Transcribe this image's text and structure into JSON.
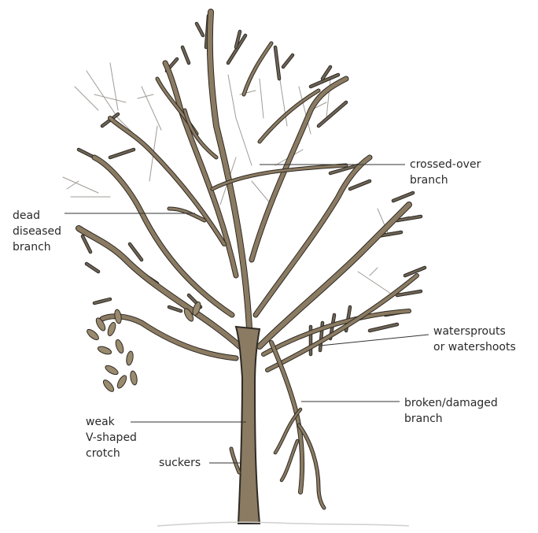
{
  "diagram": {
    "colors": {
      "trunk_fill": "#8b7b62",
      "trunk_stroke": "#2e2a24",
      "branch": "#8b7b62",
      "twig": "#6e6456",
      "dead_twig": "#a09c96",
      "leaf_fill": "#9a8a6e",
      "leader_line": "#333333",
      "ground": "#cfcfcf"
    },
    "labels": {
      "crossed_over": [
        "crossed-over",
        "branch"
      ],
      "dead_diseased": [
        "dead",
        "diseased",
        "branch"
      ],
      "watersprouts": [
        "watersprouts",
        "or watershoots"
      ],
      "broken": [
        "broken/damaged",
        "branch"
      ],
      "weak_crotch": [
        "weak",
        "V-shaped",
        "crotch"
      ],
      "suckers": [
        "suckers"
      ]
    }
  }
}
